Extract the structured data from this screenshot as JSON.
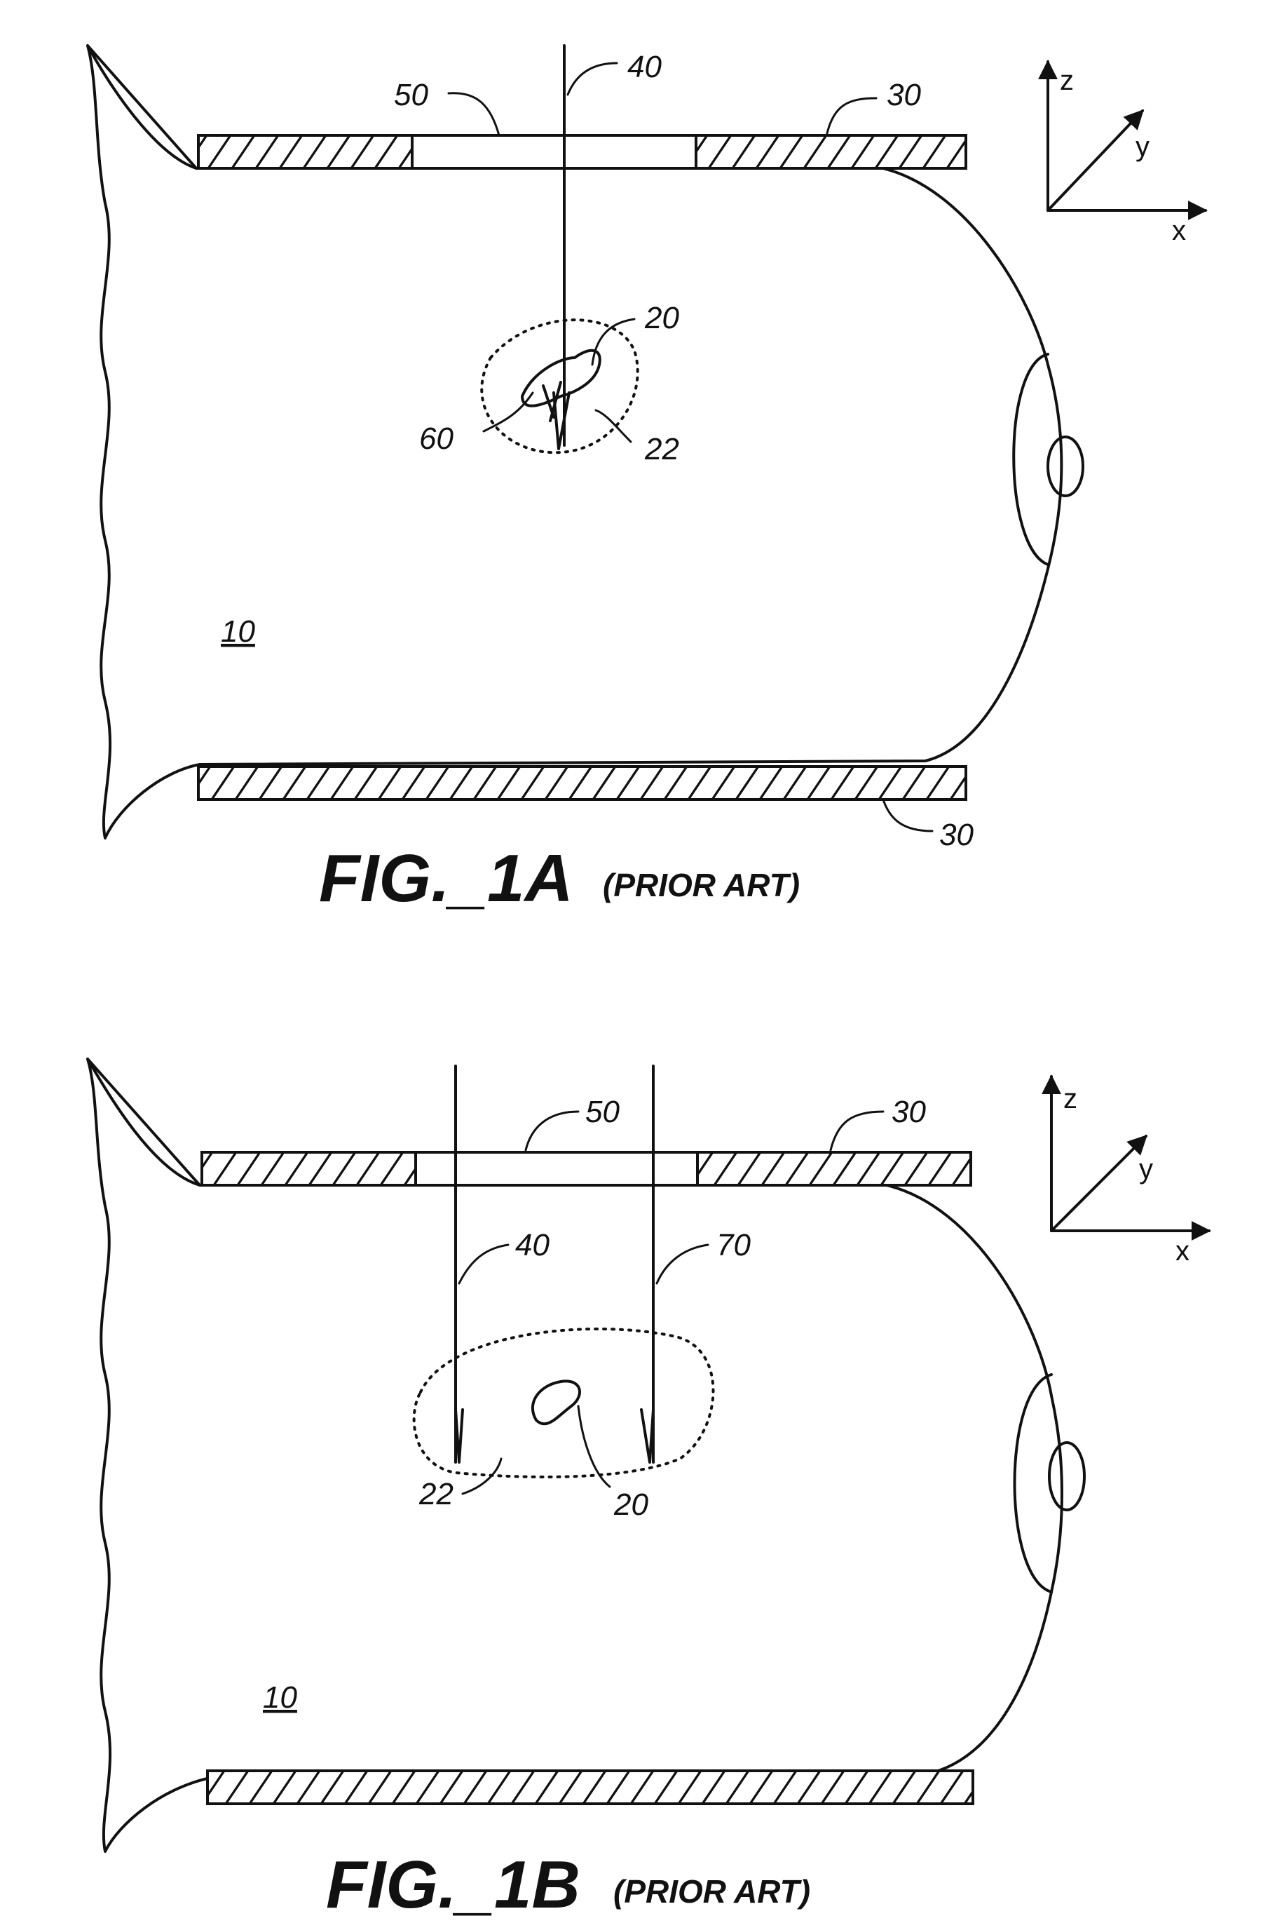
{
  "figures": [
    {
      "title": "FIG._1A",
      "subtitle": "(PRIOR ART)",
      "labels": {
        "ref_10": "10",
        "ref_20": "20",
        "ref_22": "22",
        "ref_30_top": "30",
        "ref_30_bottom": "30",
        "ref_40": "40",
        "ref_50": "50",
        "ref_60": "60"
      },
      "axes": {
        "z": "z",
        "y": "y",
        "x": "x"
      }
    },
    {
      "title": "FIG._1B",
      "subtitle": "(PRIOR ART)",
      "labels": {
        "ref_10": "10",
        "ref_20": "20",
        "ref_22": "22",
        "ref_30_top": "30",
        "ref_40": "40",
        "ref_50": "50",
        "ref_70": "70"
      },
      "axes": {
        "z": "z",
        "y": "y",
        "x": "x"
      }
    }
  ]
}
